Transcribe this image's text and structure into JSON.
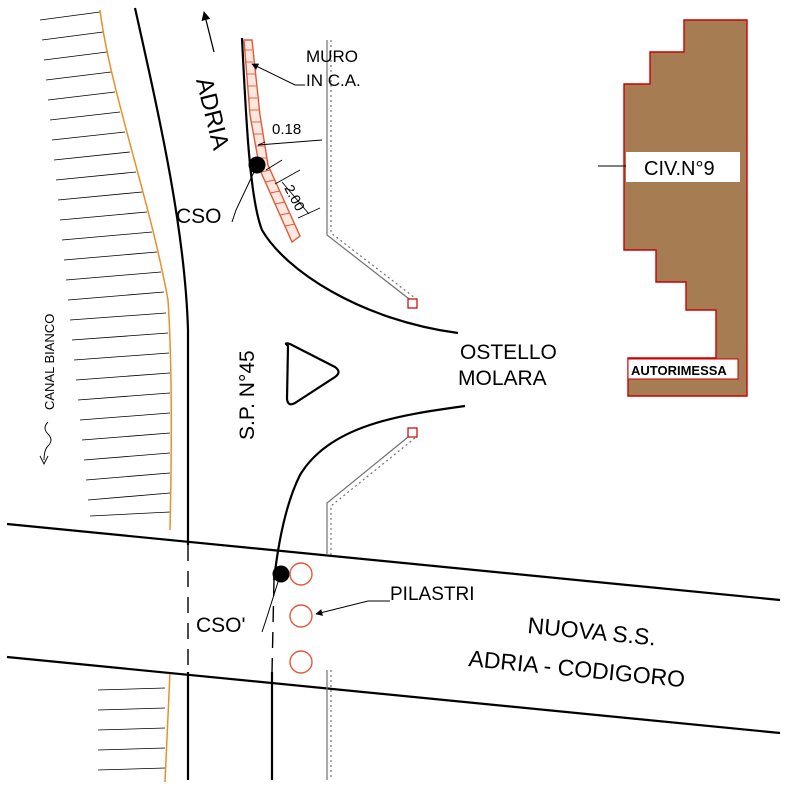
{
  "labels": {
    "road_direction": "ADRIA",
    "wall": "MURO\nIN C.A.",
    "dimension_top": "0.18",
    "dimension_side": "2.00",
    "point_top": "CSO",
    "point_bottom": "CSO'",
    "canal": "CANAL BIANCO",
    "provincial_road": "S.P. N°45",
    "hostel_line1": "OSTELLO",
    "hostel_line2": "MOLARA",
    "building_number": "CIV.N°9",
    "garage": "AUTORIMESSA",
    "pillars": "PILASTRI",
    "new_road_line1": "NUOVA S.S.",
    "new_road_line2": "ADRIA - CODIGORO"
  },
  "colors": {
    "ink": "#000000",
    "canal_bank": "#e8902a",
    "wall_hatch": "#e05a3a",
    "building_fill": "#a67c52",
    "building_outline": "#cc0000",
    "pillar": "#e05a3a",
    "fence": "#707070"
  }
}
